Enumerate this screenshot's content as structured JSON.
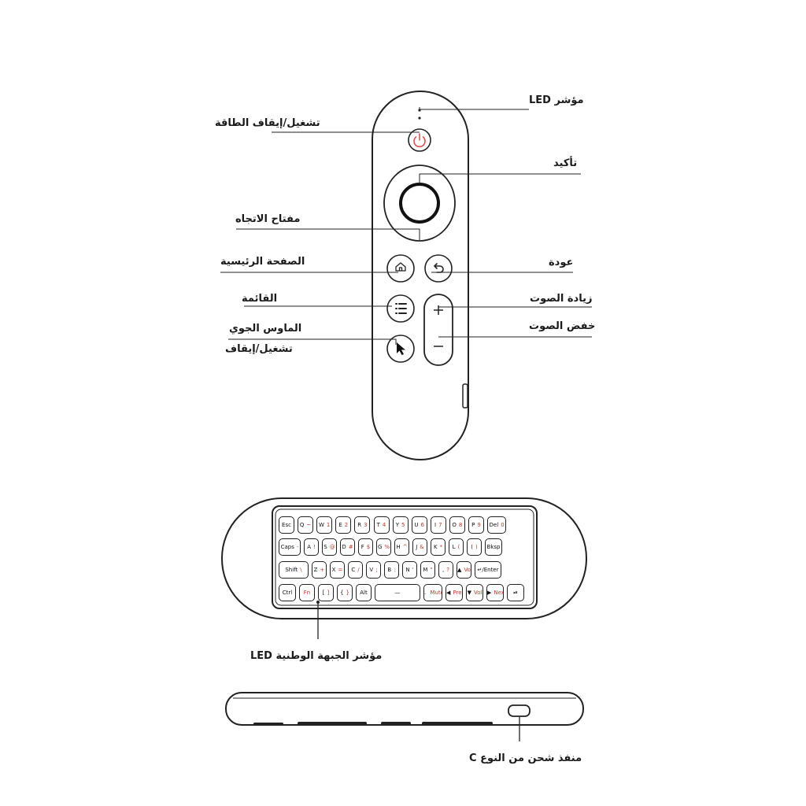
{
  "labels": {
    "led_indicator": "مؤشر LED",
    "power": "تشغيل/إيقاف الطاقة",
    "confirm": "تأكيد",
    "direction_key": "مفتاح الاتجاه",
    "home": "الصفحة الرئيسية",
    "back": "عودة",
    "menu": "القائمة",
    "volume_up": "زيادة الصوت",
    "volume_down": "خفض الصوت",
    "air_mouse": "الماوس الجوي",
    "air_mouse_toggle": "تشغيل/إيقاف",
    "front_led": "مؤشر الجبهة الوطنية LED",
    "type_c_port": "منفذ شحن من النوع C"
  },
  "colors": {
    "power_red": "#d9534f",
    "outline": "#222222",
    "sub_red": "#c0392b"
  },
  "icons": [
    "power-icon",
    "home-icon",
    "back-icon",
    "menu-icon",
    "cursor-icon",
    "plus-icon",
    "minus-icon"
  ],
  "keyboard": {
    "row1": [
      {
        "k": "Esc",
        "s": ""
      },
      {
        "k": "Q",
        "s": "~"
      },
      {
        "k": "W",
        "s": "1"
      },
      {
        "k": "E",
        "s": "2"
      },
      {
        "k": "R",
        "s": "3"
      },
      {
        "k": "T",
        "s": "4"
      },
      {
        "k": "Y",
        "s": "5"
      },
      {
        "k": "U",
        "s": "6"
      },
      {
        "k": "I",
        "s": "7"
      },
      {
        "k": "O",
        "s": "8"
      },
      {
        "k": "P",
        "s": "9"
      },
      {
        "k": "Del",
        "s": "0"
      }
    ],
    "row2": [
      {
        "k": "Caps",
        "s": "-"
      },
      {
        "k": "A",
        "s": "!"
      },
      {
        "k": "S",
        "s": "@"
      },
      {
        "k": "D",
        "s": "#"
      },
      {
        "k": "F",
        "s": "$"
      },
      {
        "k": "G",
        "s": "%"
      },
      {
        "k": "H",
        "s": "^"
      },
      {
        "k": "J",
        "s": "&"
      },
      {
        "k": "K",
        "s": "*"
      },
      {
        "k": "L",
        "s": "("
      },
      {
        "k": "(",
        "s": ")"
      },
      {
        "k": "Bksp",
        "s": ""
      }
    ],
    "row3": [
      {
        "k": "Shift",
        "s": "\\"
      },
      {
        "k": "Z",
        "s": "+"
      },
      {
        "k": "X",
        "s": "="
      },
      {
        "k": "C",
        "s": "/"
      },
      {
        "k": "V",
        "s": ";"
      },
      {
        "k": "B",
        "s": ":"
      },
      {
        "k": "N",
        "s": "'"
      },
      {
        "k": "M",
        "s": "\""
      },
      {
        "k": ",",
        "s": "?"
      },
      {
        "k": "▲",
        "s": "Vol"
      },
      {
        "k": "↵/Enter",
        "s": ""
      }
    ],
    "row4": [
      {
        "k": "Ctrl",
        "s": ""
      },
      {
        "k": "Fn",
        "s": ""
      },
      {
        "k": "[",
        "s": "]"
      },
      {
        "k": "{",
        "s": "}"
      },
      {
        "k": "Alt",
        "s": ""
      },
      {
        "k": "—",
        "s": ""
      },
      {
        "k": ". ",
        "s": "Mute"
      },
      {
        "k": "◀",
        "s": "Prev"
      },
      {
        "k": "▼",
        "s": "Vol"
      },
      {
        "k": "▶",
        "s": "Next"
      },
      {
        "k": "⏯",
        "s": ""
      }
    ]
  }
}
